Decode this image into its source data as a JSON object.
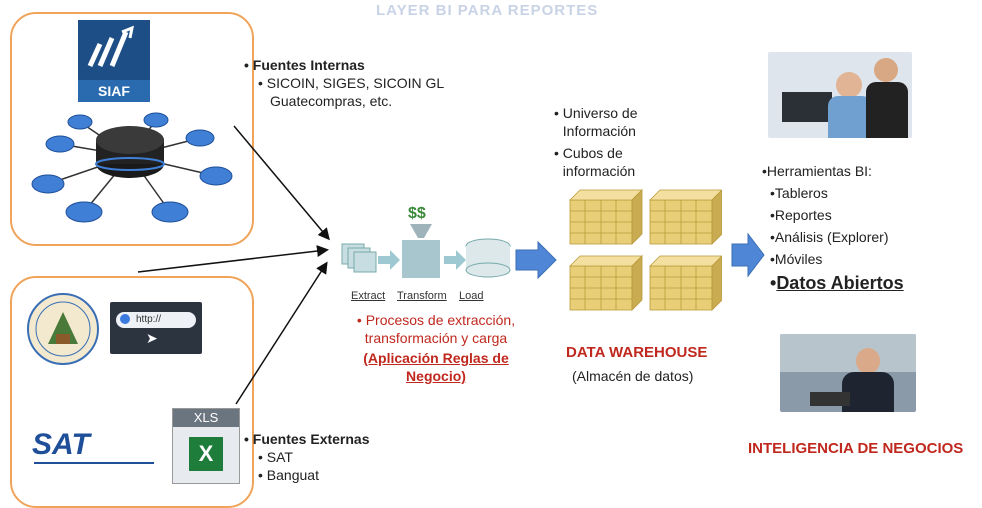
{
  "faint_title": "LAYER BI PARA REPORTES",
  "internal": {
    "logo_text": "SIAF",
    "heading": "Fuentes Internas",
    "line1": "SICOIN, SIGES, SICOIN GL",
    "line2": "Guatecompras,  etc."
  },
  "external": {
    "browser_text": "http://",
    "xls_label": "XLS",
    "heading": "Fuentes Externas",
    "items": [
      "SAT",
      "Banguat"
    ],
    "sat_logo": "SAT"
  },
  "etl": {
    "labels": [
      "Extract",
      "Transform",
      "Load"
    ],
    "desc_line1": "Procesos de extracción,",
    "desc_line2": "transformación y carga",
    "rules": "(Aplicación Reglas de Negocio)"
  },
  "warehouse": {
    "items": [
      "Universo de Información",
      "Cubos de información"
    ],
    "title": "DATA WAREHOUSE",
    "subtitle": "(Almacén de datos)"
  },
  "bi": {
    "heading": "Herramientas BI:",
    "tools": [
      "Tableros",
      "Reportes",
      "Análisis (Explorer)",
      "Móviles"
    ],
    "highlight": "Datos Abiertos",
    "footer": "INTELIGENCIA DE NEGOCIOS"
  },
  "colors": {
    "box_border": "#f0a45a",
    "accent_red": "#c0281e",
    "arrow_blue": "#4f86d6",
    "cube_yellow": "#e8cf77"
  }
}
